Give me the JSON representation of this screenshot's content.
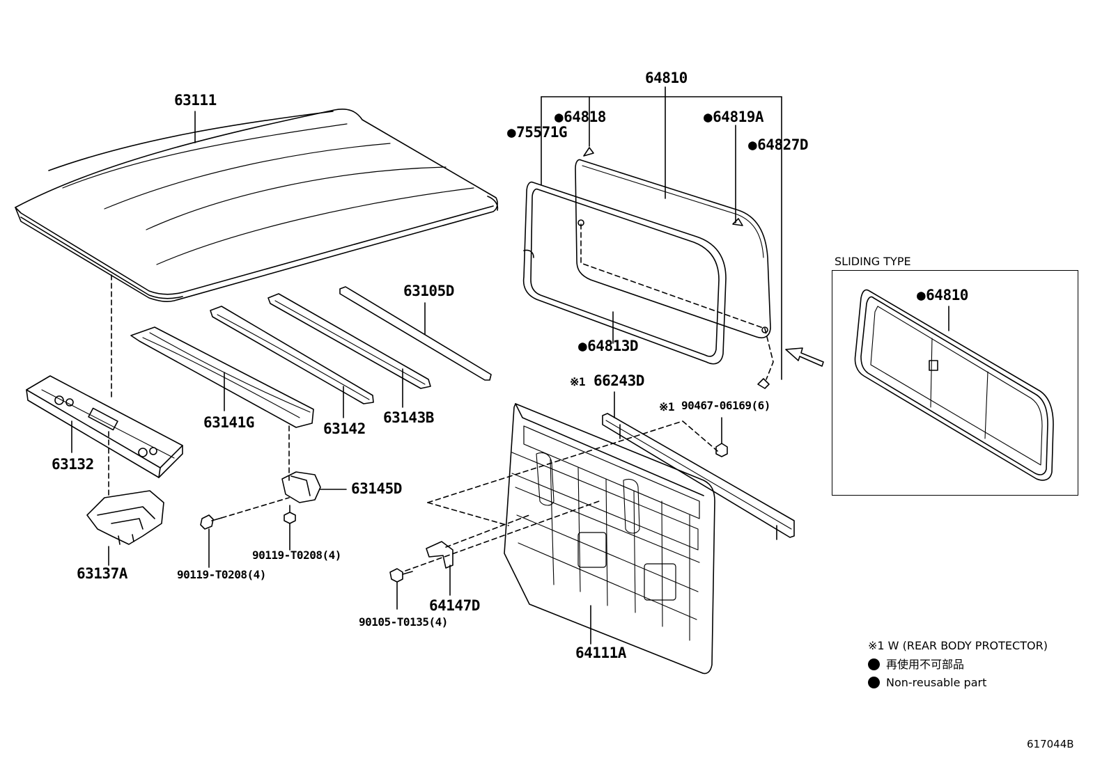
{
  "parts": {
    "p63111": "63111",
    "p64810": "64810",
    "p64818": "64818",
    "p75571G": "75571G",
    "p64819A": "64819A",
    "p64827D": "64827D",
    "p63105D": "63105D",
    "p64813D": "64813D",
    "p63141G": "63141G",
    "p63142": "63142",
    "p63143B": "63143B",
    "p63132": "63132",
    "p66243D": "66243D",
    "p90467": "90467-06169(6)",
    "p63145D": "63145D",
    "p90119a": "90119-T0208(4)",
    "p90119b": "90119-T0208(4)",
    "p63137A": "63137A",
    "p64147D": "64147D",
    "p90105": "90105-T0135(4)",
    "p64111A": "64111A",
    "inset_64810": "64810"
  },
  "marker": "※1",
  "inset": {
    "title": "SLIDING TYPE"
  },
  "notes": {
    "note1": "※1 W (REAR BODY PROTECTOR)",
    "note2": "再使用不可部品",
    "note3": "Non-reusable part"
  },
  "diagram_id": "617044B"
}
